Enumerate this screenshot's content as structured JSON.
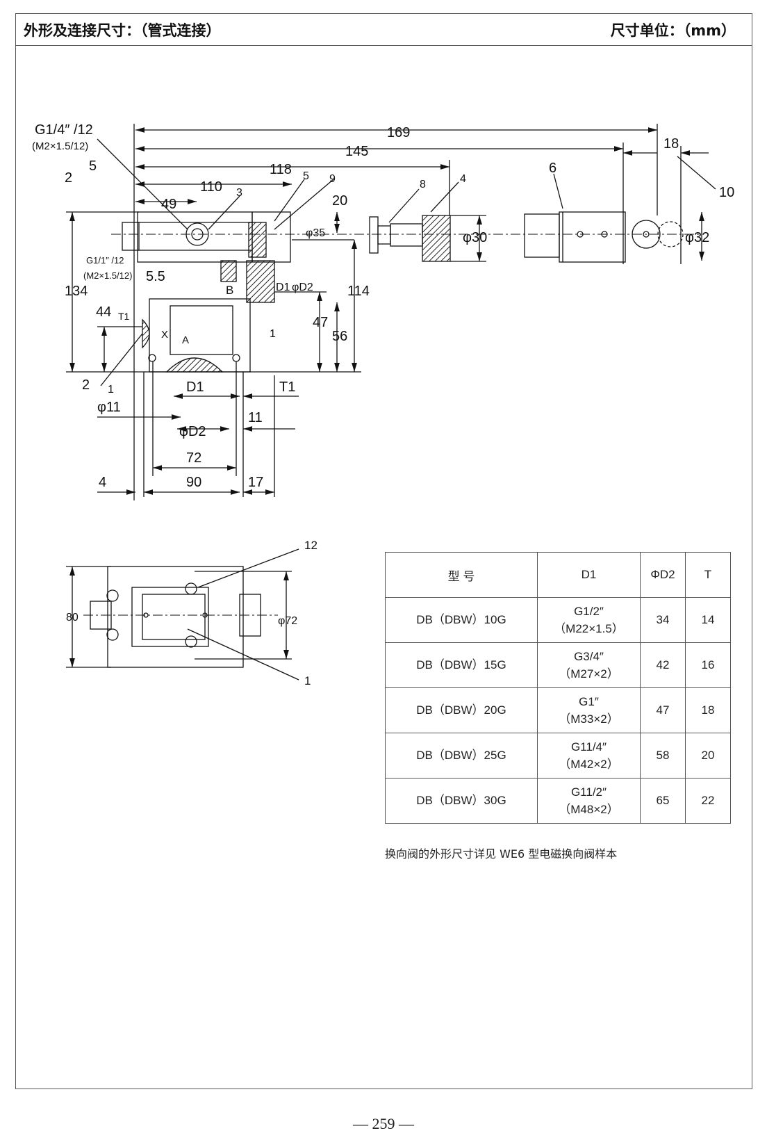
{
  "header": {
    "title": "外形及连接尺寸：（管式连接）",
    "unit": "尺寸单位：（mm）"
  },
  "drawing_labels": {
    "dims_top": [
      "169",
      "145",
      "118",
      "110",
      "49",
      "18"
    ],
    "dims_left": [
      "2",
      "134",
      "44",
      "5",
      "5.5",
      "1"
    ],
    "dims_right": [
      "20",
      "114",
      "47",
      "56",
      "1"
    ],
    "dims_bottom": [
      "D1",
      "T1",
      "φ11",
      "φD2",
      "11",
      "72",
      "90",
      "4",
      "17"
    ],
    "diameters": [
      "φ35",
      "φ30",
      "φ32",
      "D1",
      "φD2"
    ],
    "thread_top": "G1/4″ /12",
    "thread_top_sub": "(M2×1.5/12)",
    "thread_left": "G1/1″ /12",
    "thread_left_sub": "(M2×1.5/12)",
    "ports": [
      "B",
      "A",
      "X",
      "T1"
    ],
    "callouts": [
      "2",
      "3",
      "5",
      "9",
      "8",
      "4",
      "6",
      "10",
      "12",
      "1"
    ],
    "plan_dims": [
      "80",
      "φ72"
    ]
  },
  "table": {
    "headers": [
      "型 号",
      "D1",
      "ΦD2",
      "T"
    ],
    "rows": [
      {
        "model": "DB（DBW）10G",
        "d1": "G1/2″",
        "d1_sub": "（M22×1.5）",
        "d2": "34",
        "t": "14"
      },
      {
        "model": "DB（DBW）15G",
        "d1": "G3/4″",
        "d1_sub": "（M27×2）",
        "d2": "42",
        "t": "16"
      },
      {
        "model": "DB（DBW）20G",
        "d1": "G1″",
        "d1_sub": "（M33×2）",
        "d2": "47",
        "t": "18"
      },
      {
        "model": "DB（DBW）25G",
        "d1": "G11/4″",
        "d1_sub": "（M42×2）",
        "d2": "58",
        "t": "20"
      },
      {
        "model": "DB（DBW）30G",
        "d1": "G11/2″",
        "d1_sub": "（M48×2）",
        "d2": "65",
        "t": "22"
      }
    ]
  },
  "note": "换向阀的外形尺寸详见 WE6 型电磁换向阀样本",
  "page_number": "— 259 —"
}
